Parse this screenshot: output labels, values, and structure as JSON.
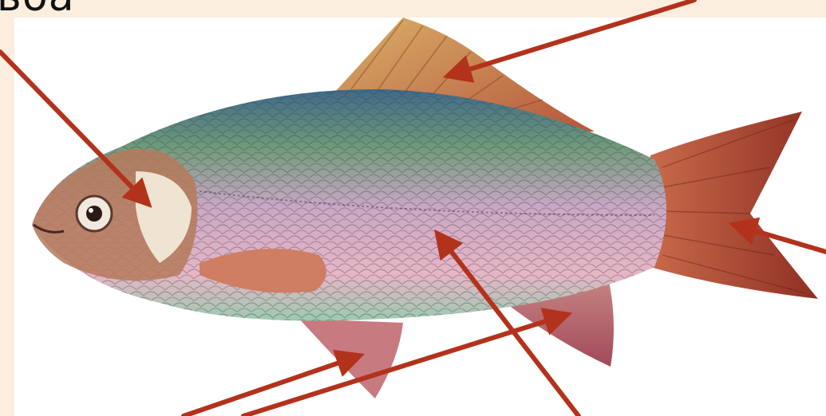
{
  "title_fragment": "ьба",
  "colors": {
    "background": "#ffffff",
    "border_band": "#fbeede",
    "arrow": "#b3321c",
    "title_text": "#111111"
  },
  "illustration": {
    "subject": "fish",
    "parts_indicated": [
      "gill-cover",
      "dorsal-fin",
      "tail-fin",
      "lateral-line",
      "pelvic-fin",
      "anal-fin"
    ]
  }
}
